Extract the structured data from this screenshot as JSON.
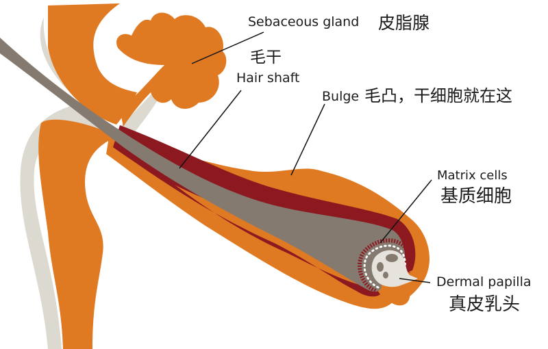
{
  "title": "Hair follicle anatomy",
  "colors": {
    "tissue": "#E07A22",
    "shadow": "#DCD9D1",
    "hair": "#857A70",
    "sheath": "#8C1820",
    "papilla": "#E6E3DC"
  },
  "labels": {
    "sebaceous_en": "Sebaceous gland",
    "sebaceous_zh": "皮脂腺",
    "shaft_zh": "毛干",
    "shaft_en": "Hair shaft",
    "bulge_en": "Bulge",
    "bulge_zh": "毛凸，干细胞就在这",
    "matrix_en": "Matrix cells",
    "matrix_zh": "基质细胞",
    "papilla_en": "Dermal papilla",
    "papilla_zh": "真皮乳头"
  }
}
